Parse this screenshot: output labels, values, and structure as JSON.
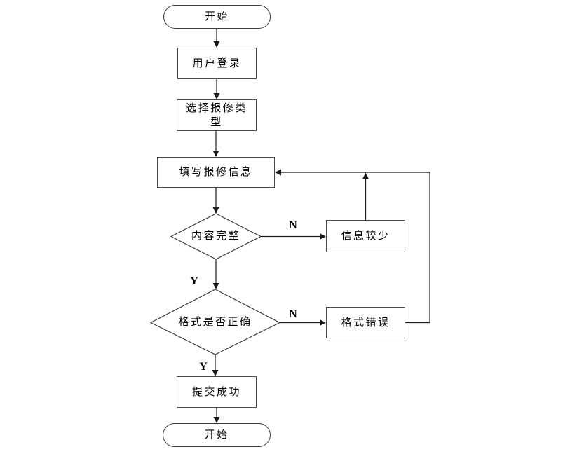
{
  "flowchart": {
    "nodes": {
      "start_top": "开始",
      "user_login": "用户登录",
      "select_type": "选择报修类型",
      "fill_info": "填写报修信息",
      "content_complete": "内容完整",
      "info_less": "信息较少",
      "format_correct": "格式是否正确",
      "format_error": "格式错误",
      "submit_success": "提交成功",
      "end_bottom": "开始"
    },
    "edges": [
      {
        "from": "start_top",
        "to": "user_login",
        "label": ""
      },
      {
        "from": "user_login",
        "to": "select_type",
        "label": ""
      },
      {
        "from": "select_type",
        "to": "fill_info",
        "label": ""
      },
      {
        "from": "fill_info",
        "to": "content_complete",
        "label": ""
      },
      {
        "from": "content_complete",
        "to": "info_less",
        "label": "N"
      },
      {
        "from": "content_complete",
        "to": "format_correct",
        "label": "Y"
      },
      {
        "from": "info_less",
        "to": "fill_info",
        "label": ""
      },
      {
        "from": "format_correct",
        "to": "format_error",
        "label": "N"
      },
      {
        "from": "format_error",
        "to": "fill_info",
        "label": ""
      },
      {
        "from": "format_correct",
        "to": "submit_success",
        "label": "Y"
      },
      {
        "from": "submit_success",
        "to": "end_bottom",
        "label": ""
      }
    ],
    "colors": {
      "background": "#ffffff",
      "line": "#1a1a1a",
      "box_border": "#4a4a4a",
      "text": "#000000",
      "node_fill": "#ffffff"
    }
  }
}
